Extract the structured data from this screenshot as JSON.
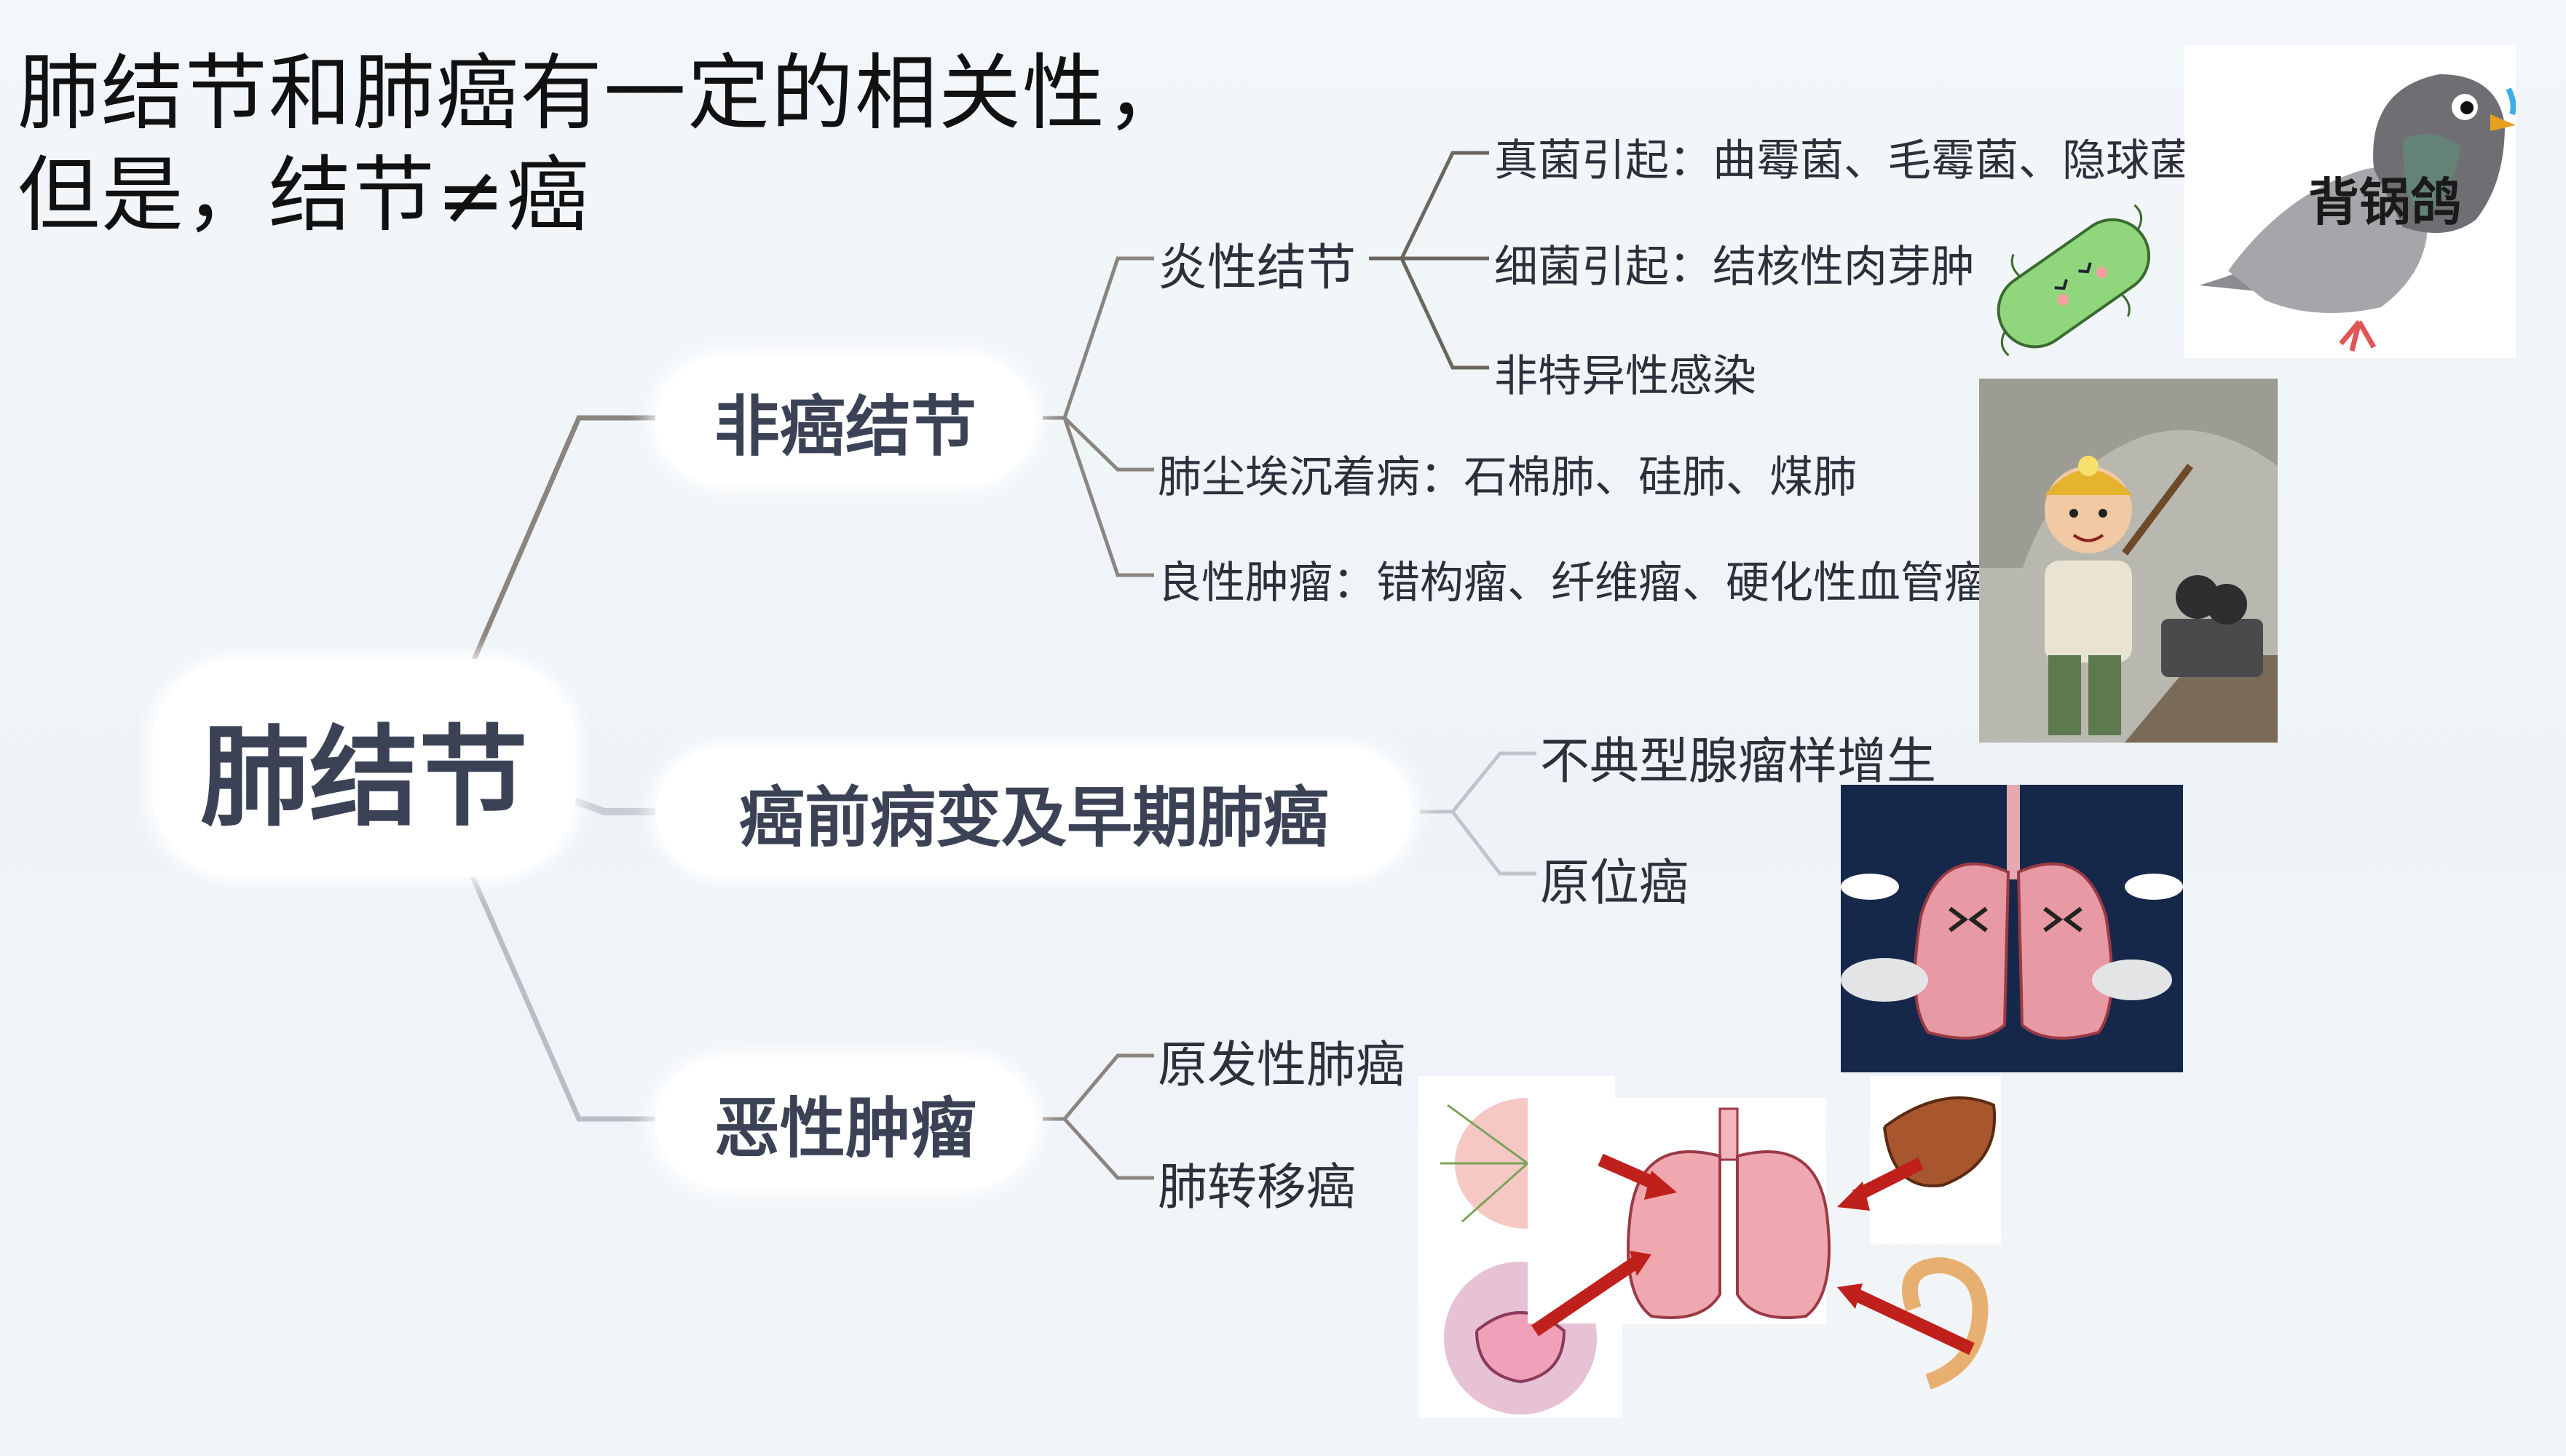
{
  "title": {
    "line1": "肺结节和肺癌有一定的相关性，",
    "line2": "但是，结节≠癌"
  },
  "root": {
    "label": "肺结节"
  },
  "branches": [
    {
      "label": "非癌结节",
      "children": [
        {
          "label": "炎性结节",
          "children": [
            {
              "label": "真菌引起：曲霉菌、毛霉菌、隐球菌"
            },
            {
              "label": "细菌引起：结核性肉芽肿"
            },
            {
              "label": "非特异性感染"
            }
          ]
        },
        {
          "label": "肺尘埃沉着病：石棉肺、硅肺、煤肺"
        },
        {
          "label": "良性肿瘤：错构瘤、纤维瘤、硬化性血管瘤"
        }
      ]
    },
    {
      "label": "癌前病变及早期肺癌",
      "children": [
        {
          "label": "不典型腺瘤样增生"
        },
        {
          "label": "原位癌"
        }
      ]
    },
    {
      "label": "恶性肿瘤",
      "children": [
        {
          "label": "原发性肺癌"
        },
        {
          "label": "肺转移癌"
        }
      ]
    }
  ],
  "images": {
    "pigeon_label": "背锅鸽",
    "bacterium": "bacterium-illustration",
    "miner": "coal-miner-illustration",
    "lungs": "coughing-lungs-illustration",
    "metastasis": "metastasis-diagram-illustration"
  },
  "colors": {
    "node_text": "#3c4256",
    "line_dark": "#8a8580",
    "line_light": "#c8cdd3",
    "arrow_red": "#c0201c",
    "lung_pink": "#e89aa4"
  }
}
